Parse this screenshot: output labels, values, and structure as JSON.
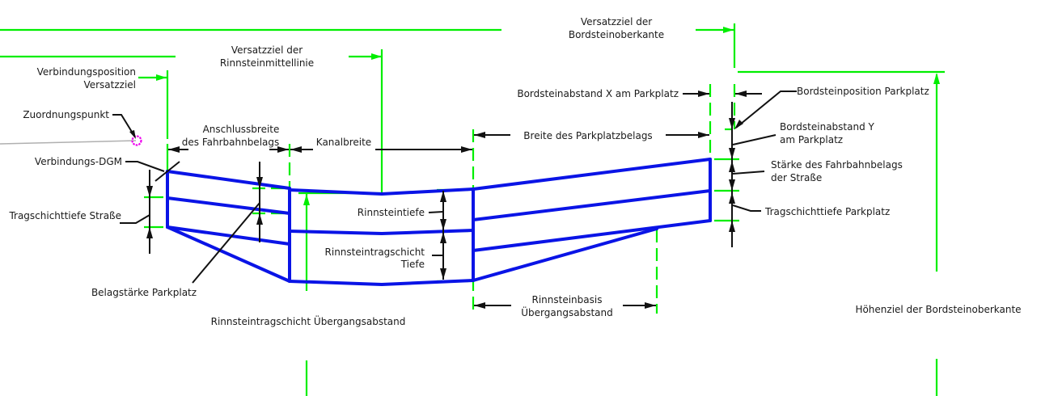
{
  "diagram": {
    "title": "Rinnstein / Parkplatz Querschnitt",
    "colors": {
      "target_lines": "#00ee00",
      "structure": "#0a14e6",
      "dimension": "#111111",
      "marker": "#ee00ee"
    },
    "labels": {
      "versatzziel_bordstein": [
        "Versatzziel der",
        "Bordsteinoberkante"
      ],
      "versatzziel_rinnstein": [
        "Versatzziel der",
        "Rinnsteinmittellinie"
      ],
      "verbindungsposition": [
        "Verbindungsposition",
        "Versatzziel"
      ],
      "zuordnungspunkt": "Zuordnungspunkt",
      "verbindungs_dgm": "Verbindungs-DGM",
      "tragschichttiefe_strasse": "Tragschichttiefe Straße",
      "belagstaerke_parkplatz": "Belagstärke Parkplatz",
      "anschlussbreite": [
        "Anschlussbreite",
        "des Fahrbahnbelags"
      ],
      "kanalbreite": "Kanalbreite",
      "rinnsteintiefe": "Rinnsteintiefe",
      "rinnsteintragschicht_tiefe": [
        "Rinnsteintragschicht",
        "Tiefe"
      ],
      "rinnsteintragschicht_uebergang": "Rinnsteintragschicht Übergangsabstand",
      "bordsteinabstand_x": "Bordsteinabstand X am Parkplatz",
      "breite_parkplatzbelag": "Breite des Parkplatzbelags",
      "rinnsteinbasis_uebergang": [
        "Rinnsteinbasis",
        "Übergangsabstand"
      ],
      "bordsteinposition": "Bordsteinposition Parkplatz",
      "bordsteinabstand_y": [
        "Bordsteinabstand Y",
        "am Parkplatz"
      ],
      "staerke_fahrbahnbelag": [
        "Stärke des Fahrbahnbelags",
        "der Straße"
      ],
      "tragschichttiefe_parkplatz": "Tragschichttiefe Parkplatz",
      "hoehenziel": "Höhenziel der Bordsteinoberkante"
    }
  }
}
